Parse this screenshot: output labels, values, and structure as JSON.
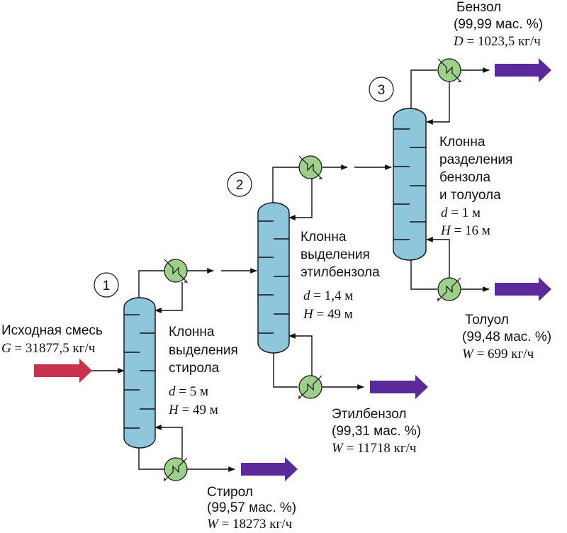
{
  "feed": {
    "label": "Исходная смесь",
    "flow_sym": "G",
    "flow_rest": " = 31877,5 кг/ч",
    "arrow_color": "#c8324a"
  },
  "columns": [
    {
      "number": "1",
      "name_lines": [
        "Клонна",
        "выделения",
        "стирола"
      ],
      "d_sym": "d",
      "d_rest": " = 5 м",
      "h_sym": "H",
      "h_rest": " = 49 м"
    },
    {
      "number": "2",
      "name_lines": [
        "Клонна",
        "выделения",
        "этилбензола"
      ],
      "d_sym": "d",
      "d_rest": " = 1,4 м",
      "h_sym": "H",
      "h_rest": " = 49 м"
    },
    {
      "number": "3",
      "name_lines": [
        "Клонна",
        "разделения",
        "бензола",
        "и толуола"
      ],
      "d_sym": "d",
      "d_rest": " = 1 м",
      "h_sym": "H",
      "h_rest": " = 16 м"
    }
  ],
  "products": {
    "styrene": {
      "name": "Стирол",
      "purity": "(99,57 мас. %)",
      "flow_sym": "W",
      "flow_rest": " = 18273 кг/ч"
    },
    "ethylbenzene": {
      "name": "Этилбензол",
      "purity": "(99,31 мас. %)",
      "flow_sym": "W",
      "flow_rest": " = 11718 кг/ч"
    },
    "toluene": {
      "name": "Толуол",
      "purity": "(99,48 мас. %)",
      "flow_sym": "W",
      "flow_rest": " = 699 кг/ч"
    },
    "benzene": {
      "name": "Бензол",
      "purity": "(99,99 мас. %)",
      "flow_sym": "D",
      "flow_rest": " = 1023,5 кг/ч"
    }
  },
  "colors": {
    "column_fill": "#8ec6dc",
    "exchanger_fill": "#9ed08a",
    "product_arrow": "#5a2a9a"
  }
}
